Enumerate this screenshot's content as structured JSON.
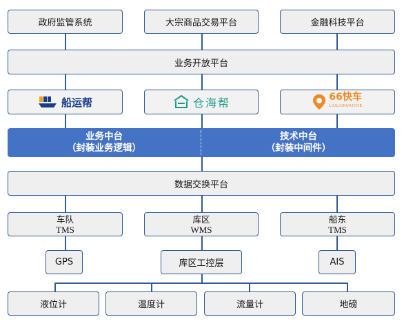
{
  "top": {
    "gov": "政府监管系统",
    "trade": "大宗商品交易平台",
    "fintech": "金融科技平台"
  },
  "open_platform": "业务开放平台",
  "logos": {
    "shipping": {
      "name": "船运帮",
      "icon": "ship-logo-icon",
      "color": "#1a3d8a"
    },
    "warehouse": {
      "name": "仓海帮",
      "icon": "warehouse-logo-icon",
      "color": "#1f9a8a"
    },
    "truck": {
      "name": "66快车",
      "sub": "LIULIUKUAICHE",
      "icon": "truck-pin-logo-icon",
      "color": "#f08a24"
    }
  },
  "middle": {
    "business_title": "业务中台",
    "business_sub": "（封装业务逻辑）",
    "tech_title": "技术中台",
    "tech_sub": "（封装中间件）"
  },
  "data_exchange": "数据交换平台",
  "systems": {
    "fleet": {
      "name": "车队",
      "sys": "TMS"
    },
    "warehouse": {
      "name": "库区",
      "sys": "WMS"
    },
    "shipowner": {
      "name": "船东",
      "sys": "TMS"
    }
  },
  "devices": {
    "gps": "GPS",
    "control": "库区工控层",
    "ais": "AIS"
  },
  "sensors": {
    "level": "液位计",
    "temperature": "温度计",
    "flow": "流量计",
    "scale": "地磅"
  },
  "colors": {
    "border": "#2f5b99",
    "box_fill": "#efefef",
    "middle_fill": "#4472c4"
  }
}
